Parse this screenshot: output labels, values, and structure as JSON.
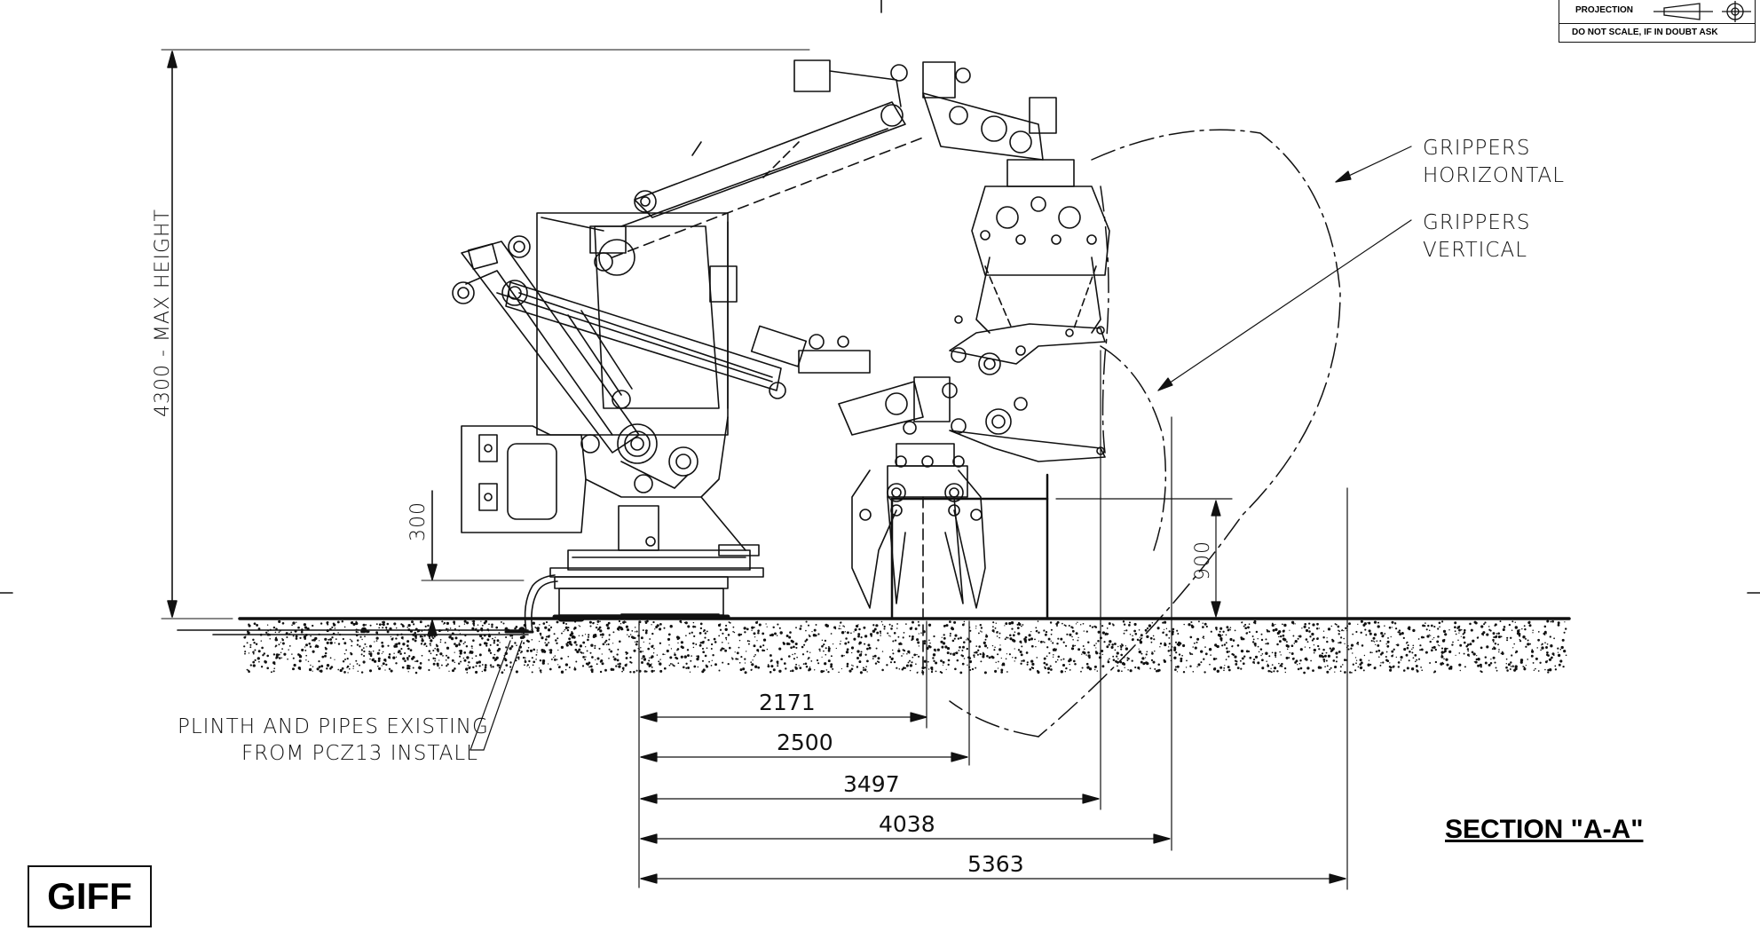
{
  "title_block": {
    "projection_label": "PROJECTION",
    "scale_note": "DO NOT SCALE, IF IN DOUBT ASK"
  },
  "labels": {
    "max_height": "4300 - MAX HEIGHT",
    "dim_300": "300",
    "dim_900": "900",
    "grippers_horizontal_1": "GRIPPERS",
    "grippers_horizontal_2": "HORIZONTAL",
    "grippers_vertical_1": "GRIPPERS",
    "grippers_vertical_2": "VERTICAL",
    "plinth_1": "PLINTH AND PIPES EXISTING",
    "plinth_2": "FROM PCZ13 INSTALL",
    "section": "SECTION \"A-A\"",
    "stamp": "GIFF"
  },
  "dimensions": [
    "2171",
    "2500",
    "3497",
    "4038",
    "5363"
  ],
  "colors": {
    "ink": "#111111",
    "paper": "#ffffff"
  }
}
